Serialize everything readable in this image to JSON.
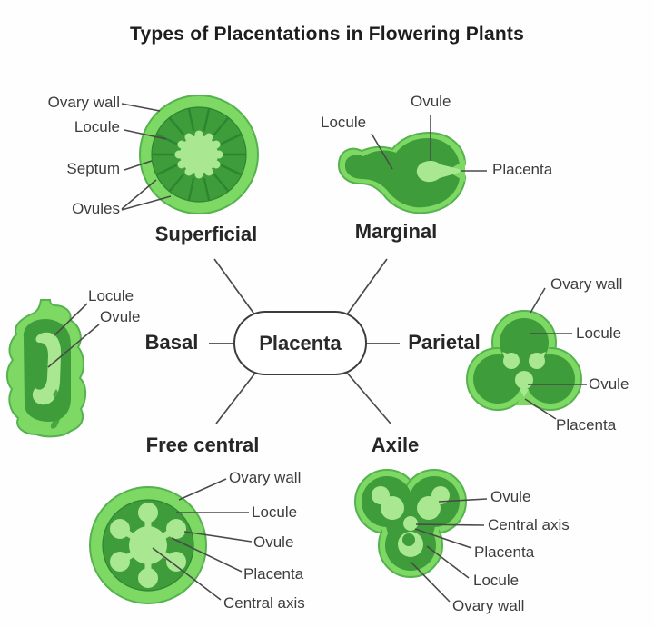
{
  "title": "Types of Placentations in Flowering Plants",
  "center_node": {
    "label": "Placenta"
  },
  "types": {
    "superficial": {
      "name": "Superficial",
      "labels": {
        "ovary_wall": "Ovary wall",
        "locule": "Locule",
        "septum": "Septum",
        "ovules": "Ovules"
      }
    },
    "marginal": {
      "name": "Marginal",
      "labels": {
        "ovule": "Ovule",
        "locule": "Locule",
        "placenta": "Placenta"
      }
    },
    "basal": {
      "name": "Basal",
      "labels": {
        "locule": "Locule",
        "ovule": "Ovule"
      }
    },
    "parietal": {
      "name": "Parietal",
      "labels": {
        "ovary_wall": "Ovary wall",
        "locule": "Locule",
        "ovule": "Ovule",
        "placenta": "Placenta"
      }
    },
    "free_central": {
      "name": "Free central",
      "labels": {
        "ovary_wall": "Ovary wall",
        "locule": "Locule",
        "ovule": "Ovule",
        "placenta": "Placenta",
        "central_axis": "Central axis"
      }
    },
    "axile": {
      "name": "Axile",
      "labels": {
        "ovule": "Ovule",
        "central_axis": "Central axis",
        "placenta": "Placenta",
        "locule": "Locule",
        "ovary_wall": "Ovary wall"
      }
    }
  },
  "colors": {
    "light_green": "#7DD964",
    "light_stroke": "#55B24E",
    "dark_green": "#3E9C3A",
    "darker_green": "#2E8530",
    "pale_green": "#A9E890",
    "line": "#4A4A4A",
    "text": "#3D3D3D",
    "title": "#1D1D1D"
  }
}
